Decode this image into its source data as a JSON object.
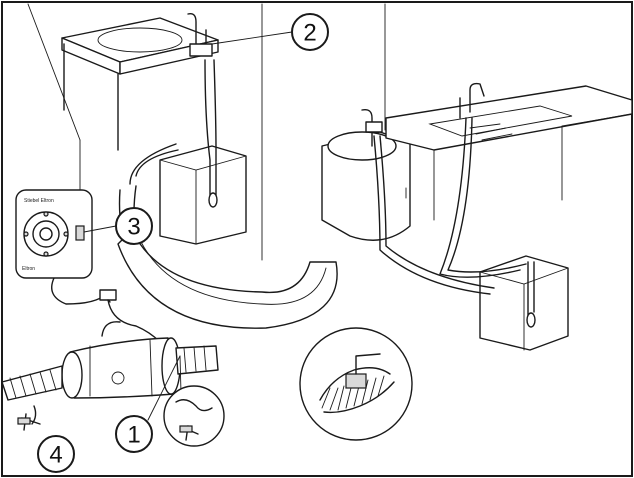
{
  "callouts": {
    "c1": "1",
    "c2": "2",
    "c3": "3",
    "c4": "4"
  },
  "control_panel": {
    "brand_line": "Stiebel Eltron",
    "bottom_text": "Eltron"
  },
  "colors": {
    "line": "#1a1a1a",
    "background": "#ffffff",
    "shade": "#d9d9d9"
  }
}
